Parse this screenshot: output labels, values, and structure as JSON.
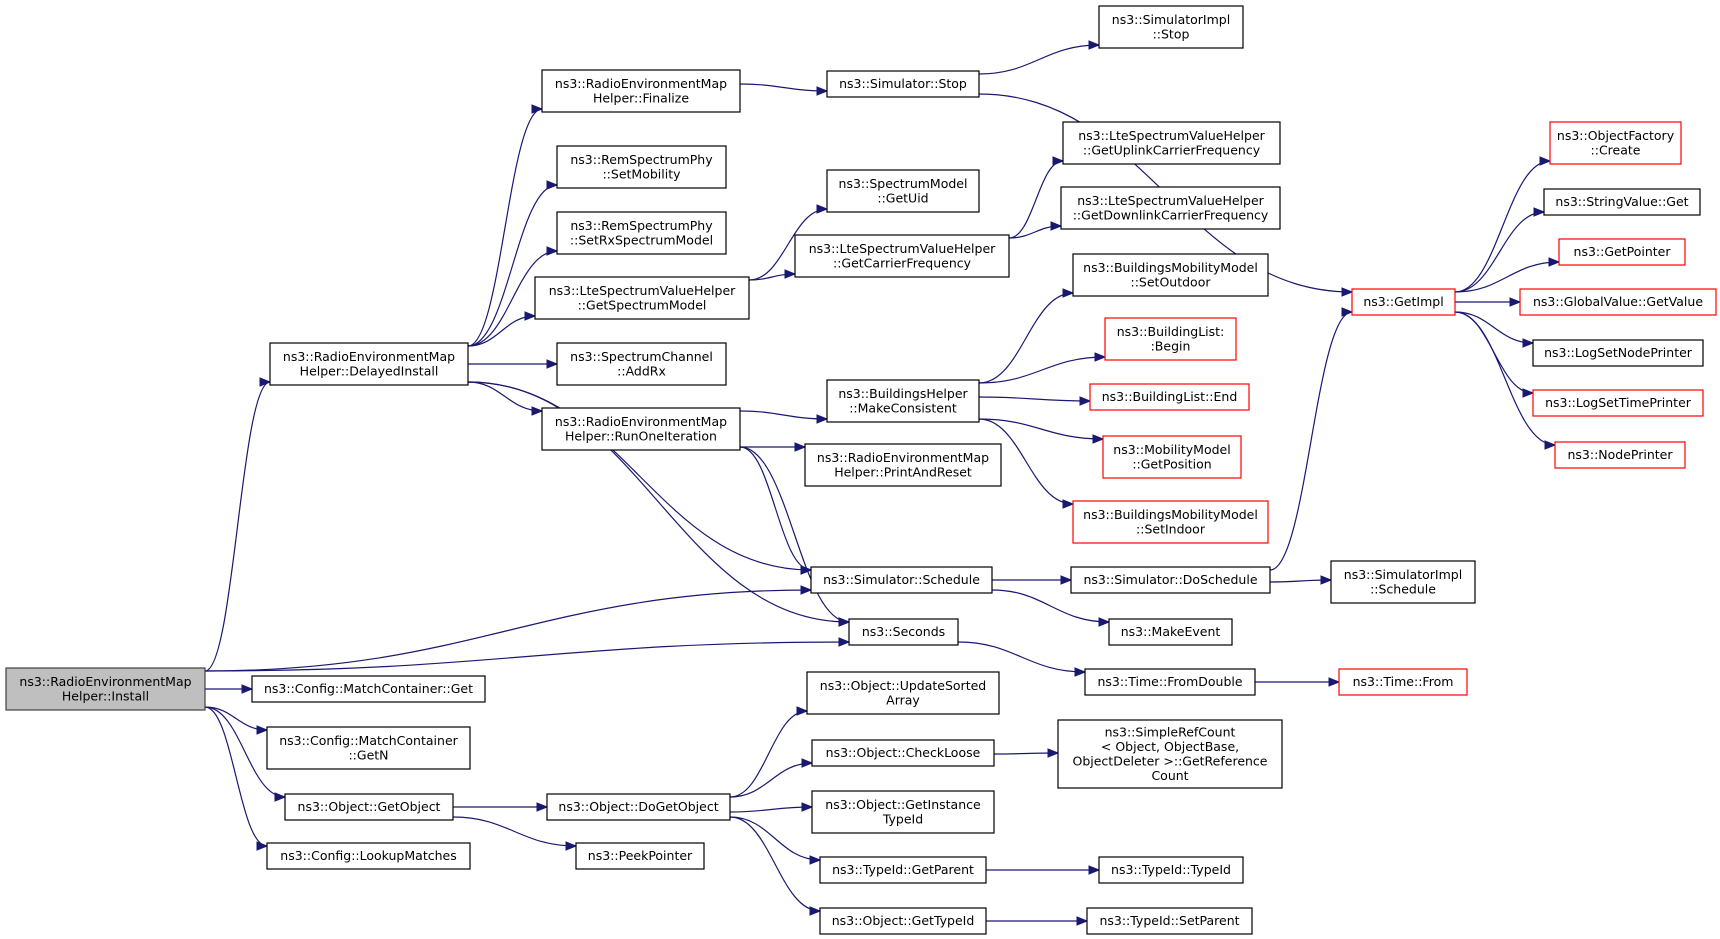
{
  "graph": {
    "colors": {
      "edge": "#191970",
      "node_border": "#000000",
      "missing_doc_border": "#ff0000",
      "root_fill": "#bfbfbf"
    },
    "nodes": [
      {
        "id": "install",
        "lines": [
          "ns3::RadioEnvironmentMap",
          "Helper::Install"
        ],
        "style": "root"
      },
      {
        "id": "delayed_install",
        "lines": [
          "ns3::RadioEnvironmentMap",
          "Helper::DelayedInstall"
        ],
        "style": "normal"
      },
      {
        "id": "finalize",
        "lines": [
          "ns3::RadioEnvironmentMap",
          "Helper::Finalize"
        ],
        "style": "normal"
      },
      {
        "id": "set_mobility",
        "lines": [
          "ns3::RemSpectrumPhy",
          "::SetMobility"
        ],
        "style": "normal"
      },
      {
        "id": "set_rx_spectrum_model",
        "lines": [
          "ns3::RemSpectrumPhy",
          "::SetRxSpectrumModel"
        ],
        "style": "normal"
      },
      {
        "id": "get_spectrum_model",
        "lines": [
          "ns3::LteSpectrumValueHelper",
          "::GetSpectrumModel"
        ],
        "style": "normal"
      },
      {
        "id": "add_rx",
        "lines": [
          "ns3::SpectrumChannel",
          "::AddRx"
        ],
        "style": "normal"
      },
      {
        "id": "run_one_iteration",
        "lines": [
          "ns3::RadioEnvironmentMap",
          "Helper::RunOneIteration"
        ],
        "style": "normal"
      },
      {
        "id": "simulator_stop",
        "lines": [
          "ns3::Simulator::Stop"
        ],
        "style": "normal"
      },
      {
        "id": "simulatorimpl_stop",
        "lines": [
          "ns3::SimulatorImpl",
          "::Stop"
        ],
        "style": "normal"
      },
      {
        "id": "get_uid",
        "lines": [
          "ns3::SpectrumModel",
          "::GetUid"
        ],
        "style": "normal"
      },
      {
        "id": "get_carrier_frequency",
        "lines": [
          "ns3::LteSpectrumValueHelper",
          "::GetCarrierFrequency"
        ],
        "style": "normal"
      },
      {
        "id": "get_uplink_carrier_frequency",
        "lines": [
          "ns3::LteSpectrumValueHelper",
          "::GetUplinkCarrierFrequency"
        ],
        "style": "normal"
      },
      {
        "id": "get_downlink_carrier_frequency",
        "lines": [
          "ns3::LteSpectrumValueHelper",
          "::GetDownlinkCarrierFrequency"
        ],
        "style": "normal"
      },
      {
        "id": "make_consistent",
        "lines": [
          "ns3::BuildingsHelper",
          "::MakeConsistent"
        ],
        "style": "normal"
      },
      {
        "id": "set_outdoor",
        "lines": [
          "ns3::BuildingsMobilityModel",
          "::SetOutdoor"
        ],
        "style": "normal"
      },
      {
        "id": "building_list_begin",
        "lines": [
          "ns3::BuildingList:",
          ":Begin"
        ],
        "style": "red"
      },
      {
        "id": "building_list_end",
        "lines": [
          "ns3::BuildingList::End"
        ],
        "style": "red"
      },
      {
        "id": "get_position",
        "lines": [
          "ns3::MobilityModel",
          "::GetPosition"
        ],
        "style": "red"
      },
      {
        "id": "set_indoor",
        "lines": [
          "ns3::BuildingsMobilityModel",
          "::SetIndoor"
        ],
        "style": "red"
      },
      {
        "id": "print_and_reset",
        "lines": [
          "ns3::RadioEnvironmentMap",
          "Helper::PrintAndReset"
        ],
        "style": "normal"
      },
      {
        "id": "simulator_schedule",
        "lines": [
          "ns3::Simulator::Schedule"
        ],
        "style": "normal"
      },
      {
        "id": "simulator_do_schedule",
        "lines": [
          "ns3::Simulator::DoSchedule"
        ],
        "style": "normal"
      },
      {
        "id": "simulatorimpl_schedule",
        "lines": [
          "ns3::SimulatorImpl",
          "::Schedule"
        ],
        "style": "normal"
      },
      {
        "id": "make_event",
        "lines": [
          "ns3::MakeEvent"
        ],
        "style": "normal"
      },
      {
        "id": "seconds",
        "lines": [
          "ns3::Seconds"
        ],
        "style": "normal"
      },
      {
        "id": "time_from_double",
        "lines": [
          "ns3::Time::FromDouble"
        ],
        "style": "normal"
      },
      {
        "id": "time_from",
        "lines": [
          "ns3::Time::From"
        ],
        "style": "red"
      },
      {
        "id": "get_impl",
        "lines": [
          "ns3::GetImpl"
        ],
        "style": "red"
      },
      {
        "id": "object_factory_create",
        "lines": [
          "ns3::ObjectFactory",
          "::Create"
        ],
        "style": "red"
      },
      {
        "id": "string_value_get",
        "lines": [
          "ns3::StringValue::Get"
        ],
        "style": "normal"
      },
      {
        "id": "get_pointer",
        "lines": [
          "ns3::GetPointer"
        ],
        "style": "red"
      },
      {
        "id": "global_value_get_value",
        "lines": [
          "ns3::GlobalValue::GetValue"
        ],
        "style": "red"
      },
      {
        "id": "log_set_node_printer",
        "lines": [
          "ns3::LogSetNodePrinter"
        ],
        "style": "normal"
      },
      {
        "id": "log_set_time_printer",
        "lines": [
          "ns3::LogSetTimePrinter"
        ],
        "style": "red"
      },
      {
        "id": "node_printer",
        "lines": [
          "ns3::NodePrinter"
        ],
        "style": "red"
      },
      {
        "id": "match_container_get",
        "lines": [
          "ns3::Config::MatchContainer::Get"
        ],
        "style": "normal"
      },
      {
        "id": "match_container_getn",
        "lines": [
          "ns3::Config::MatchContainer",
          "::GetN"
        ],
        "style": "normal"
      },
      {
        "id": "object_get_object",
        "lines": [
          "ns3::Object::GetObject"
        ],
        "style": "normal"
      },
      {
        "id": "lookup_matches",
        "lines": [
          "ns3::Config::LookupMatches"
        ],
        "style": "normal"
      },
      {
        "id": "object_do_get_object",
        "lines": [
          "ns3::Object::DoGetObject"
        ],
        "style": "normal"
      },
      {
        "id": "peek_pointer",
        "lines": [
          "ns3::PeekPointer"
        ],
        "style": "normal"
      },
      {
        "id": "update_sorted_array",
        "lines": [
          "ns3::Object::UpdateSorted",
          "Array"
        ],
        "style": "normal"
      },
      {
        "id": "check_loose",
        "lines": [
          "ns3::Object::CheckLoose"
        ],
        "style": "normal"
      },
      {
        "id": "get_reference_count",
        "lines": [
          "ns3::SimpleRefCount",
          "< Object, ObjectBase,",
          " ObjectDeleter >::GetReference",
          "Count"
        ],
        "style": "normal"
      },
      {
        "id": "get_instance_type_id",
        "lines": [
          "ns3::Object::GetInstance",
          "TypeId"
        ],
        "style": "normal"
      },
      {
        "id": "typeid_get_parent",
        "lines": [
          "ns3::TypeId::GetParent"
        ],
        "style": "normal"
      },
      {
        "id": "typeid_typeid",
        "lines": [
          "ns3::TypeId::TypeId"
        ],
        "style": "normal"
      },
      {
        "id": "object_get_type_id",
        "lines": [
          "ns3::Object::GetTypeId"
        ],
        "style": "normal"
      },
      {
        "id": "typeid_set_parent",
        "lines": [
          "ns3::TypeId::SetParent"
        ],
        "style": "normal"
      }
    ],
    "edges": [
      [
        "install",
        "delayed_install"
      ],
      [
        "install",
        "simulator_schedule"
      ],
      [
        "install",
        "seconds"
      ],
      [
        "install",
        "match_container_get"
      ],
      [
        "install",
        "match_container_getn"
      ],
      [
        "install",
        "object_get_object"
      ],
      [
        "install",
        "lookup_matches"
      ],
      [
        "delayed_install",
        "finalize"
      ],
      [
        "delayed_install",
        "set_mobility"
      ],
      [
        "delayed_install",
        "set_rx_spectrum_model"
      ],
      [
        "delayed_install",
        "get_spectrum_model"
      ],
      [
        "delayed_install",
        "add_rx"
      ],
      [
        "delayed_install",
        "run_one_iteration"
      ],
      [
        "delayed_install",
        "simulator_schedule"
      ],
      [
        "delayed_install",
        "seconds"
      ],
      [
        "finalize",
        "simulator_stop"
      ],
      [
        "simulator_stop",
        "simulatorimpl_stop"
      ],
      [
        "simulator_stop",
        "get_impl"
      ],
      [
        "get_spectrum_model",
        "get_uid"
      ],
      [
        "get_spectrum_model",
        "get_carrier_frequency"
      ],
      [
        "get_carrier_frequency",
        "get_uplink_carrier_frequency"
      ],
      [
        "get_carrier_frequency",
        "get_downlink_carrier_frequency"
      ],
      [
        "run_one_iteration",
        "make_consistent"
      ],
      [
        "run_one_iteration",
        "print_and_reset"
      ],
      [
        "run_one_iteration",
        "simulator_schedule"
      ],
      [
        "run_one_iteration",
        "seconds"
      ],
      [
        "make_consistent",
        "set_outdoor"
      ],
      [
        "make_consistent",
        "building_list_begin"
      ],
      [
        "make_consistent",
        "building_list_end"
      ],
      [
        "make_consistent",
        "get_position"
      ],
      [
        "make_consistent",
        "set_indoor"
      ],
      [
        "simulator_schedule",
        "simulator_do_schedule"
      ],
      [
        "simulator_schedule",
        "make_event"
      ],
      [
        "simulator_do_schedule",
        "simulatorimpl_schedule"
      ],
      [
        "simulator_do_schedule",
        "get_impl"
      ],
      [
        "seconds",
        "time_from_double"
      ],
      [
        "time_from_double",
        "time_from"
      ],
      [
        "get_impl",
        "object_factory_create"
      ],
      [
        "get_impl",
        "string_value_get"
      ],
      [
        "get_impl",
        "get_pointer"
      ],
      [
        "get_impl",
        "global_value_get_value"
      ],
      [
        "get_impl",
        "log_set_node_printer"
      ],
      [
        "get_impl",
        "log_set_time_printer"
      ],
      [
        "get_impl",
        "node_printer"
      ],
      [
        "object_get_object",
        "object_do_get_object"
      ],
      [
        "object_get_object",
        "peek_pointer"
      ],
      [
        "object_do_get_object",
        "update_sorted_array"
      ],
      [
        "object_do_get_object",
        "check_loose"
      ],
      [
        "object_do_get_object",
        "get_instance_type_id"
      ],
      [
        "object_do_get_object",
        "typeid_get_parent"
      ],
      [
        "object_do_get_object",
        "object_get_type_id"
      ],
      [
        "check_loose",
        "get_reference_count"
      ],
      [
        "typeid_get_parent",
        "typeid_typeid"
      ],
      [
        "object_get_type_id",
        "typeid_set_parent"
      ]
    ]
  }
}
